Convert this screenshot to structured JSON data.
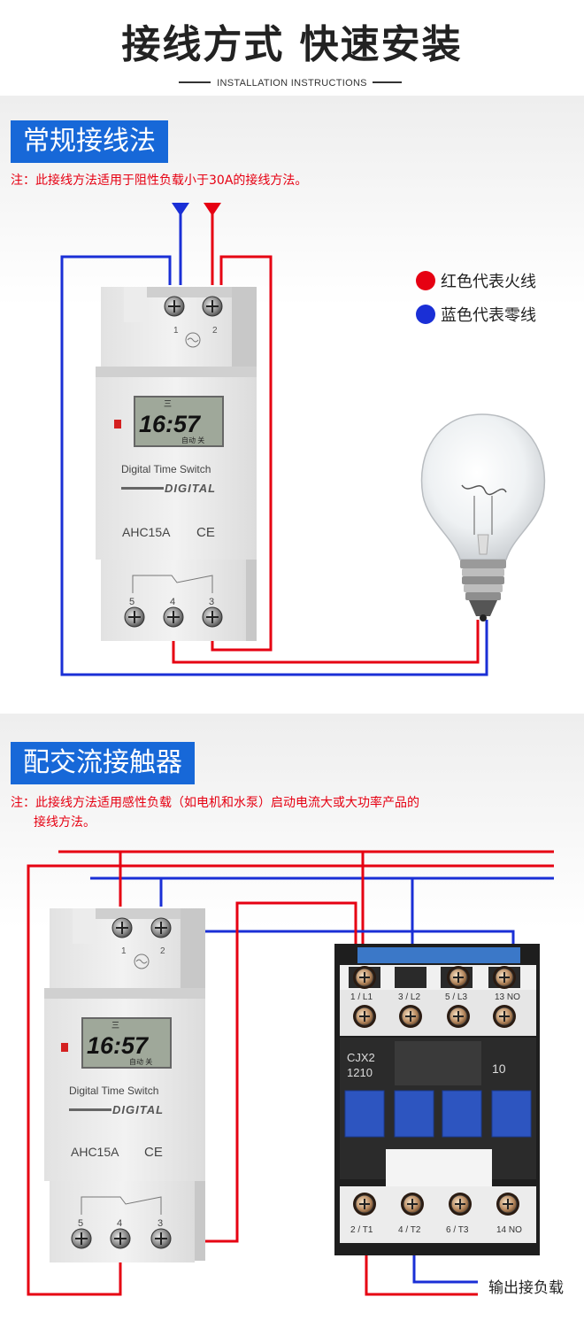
{
  "header": {
    "title": "接线方式 快速安装",
    "subtitle": "INSTALLATION INSTRUCTIONS"
  },
  "section1": {
    "title": "常规接线法",
    "note": "注：此接线方法适用于阻性负载小于30A的接线方法。",
    "legend": [
      {
        "color": "#e60012",
        "text": "红色代表火线"
      },
      {
        "color": "#1a2fd6",
        "text": "蓝色代表零线"
      }
    ]
  },
  "section2": {
    "title": "配交流接触器",
    "note_line1": "注：此接线方法适用感性负载（如电机和水泵）启动电流大或大功率产品的",
    "note_line2": "接线方法。",
    "output_label": "输出接负载"
  },
  "timer": {
    "weekday": "三",
    "time": "16:57",
    "mode": "自动 关",
    "product_line": "Digital  Time  Switch",
    "brand": "DIGITAL",
    "model": "AHC15A",
    "mark": "CE",
    "top_terminals": [
      "1",
      "2"
    ],
    "bottom_terminals": [
      "5",
      "4",
      "3"
    ]
  },
  "contactor": {
    "model_line1": "CJX2",
    "model_line2": "1210",
    "aux": "10",
    "top_labels": [
      "1 / L1",
      "3 / L2",
      "5 / L3",
      "13 NO"
    ],
    "bottom_labels": [
      "2 / T1",
      "4 / T2",
      "6 / T3",
      "14 NO"
    ]
  },
  "colors": {
    "live": "#e60012",
    "neutral": "#1a2fd6",
    "accent": "#1768d8"
  }
}
